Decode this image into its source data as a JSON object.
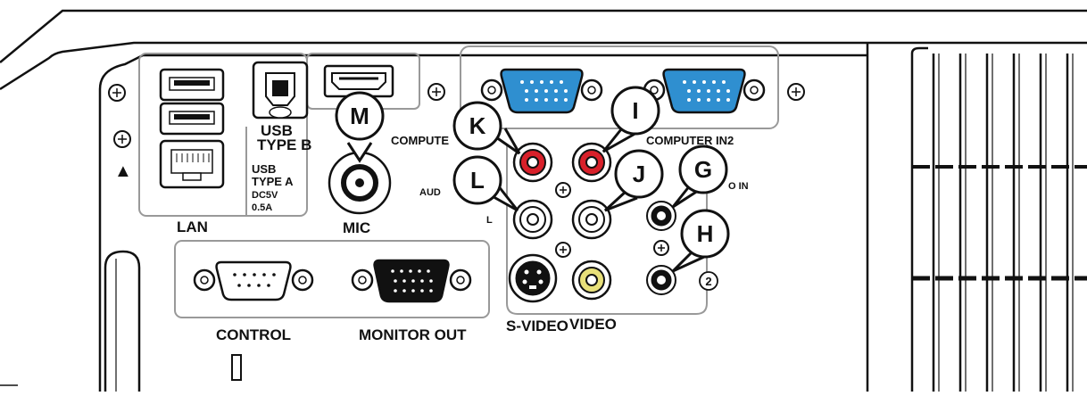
{
  "labels": {
    "lan": "LAN",
    "usb_b_line1": "USB",
    "usb_b_line2": "TYPE B",
    "usb_a_line1": "USB",
    "usb_a_line2": "TYPE A",
    "usb_a_line3": "DC5V",
    "usb_a_line4": "0.5A",
    "mic": "MIC",
    "computer_in1": "COMPUTE",
    "computer_in2": "COMPUTER IN2",
    "audio": "AUD",
    "audio_in": "O IN",
    "audio_l": "L",
    "control": "CONTROL",
    "monitor_out": "MONITOR OUT",
    "s_video": "S-VIDEO",
    "video": "VIDEO",
    "port_number_2": "2",
    "warning_mark": "▲"
  },
  "callouts": {
    "m": "M",
    "k": "K",
    "i": "I",
    "l": "L",
    "j": "J",
    "g": "G",
    "h": "H"
  },
  "colors": {
    "vga_blue": "#2f8fd0",
    "rca_red": "#d8202a",
    "rca_yellow": "#e8e07a",
    "rca_white": "#ffffff",
    "outline": "#111111",
    "panel_line": "#999999"
  }
}
